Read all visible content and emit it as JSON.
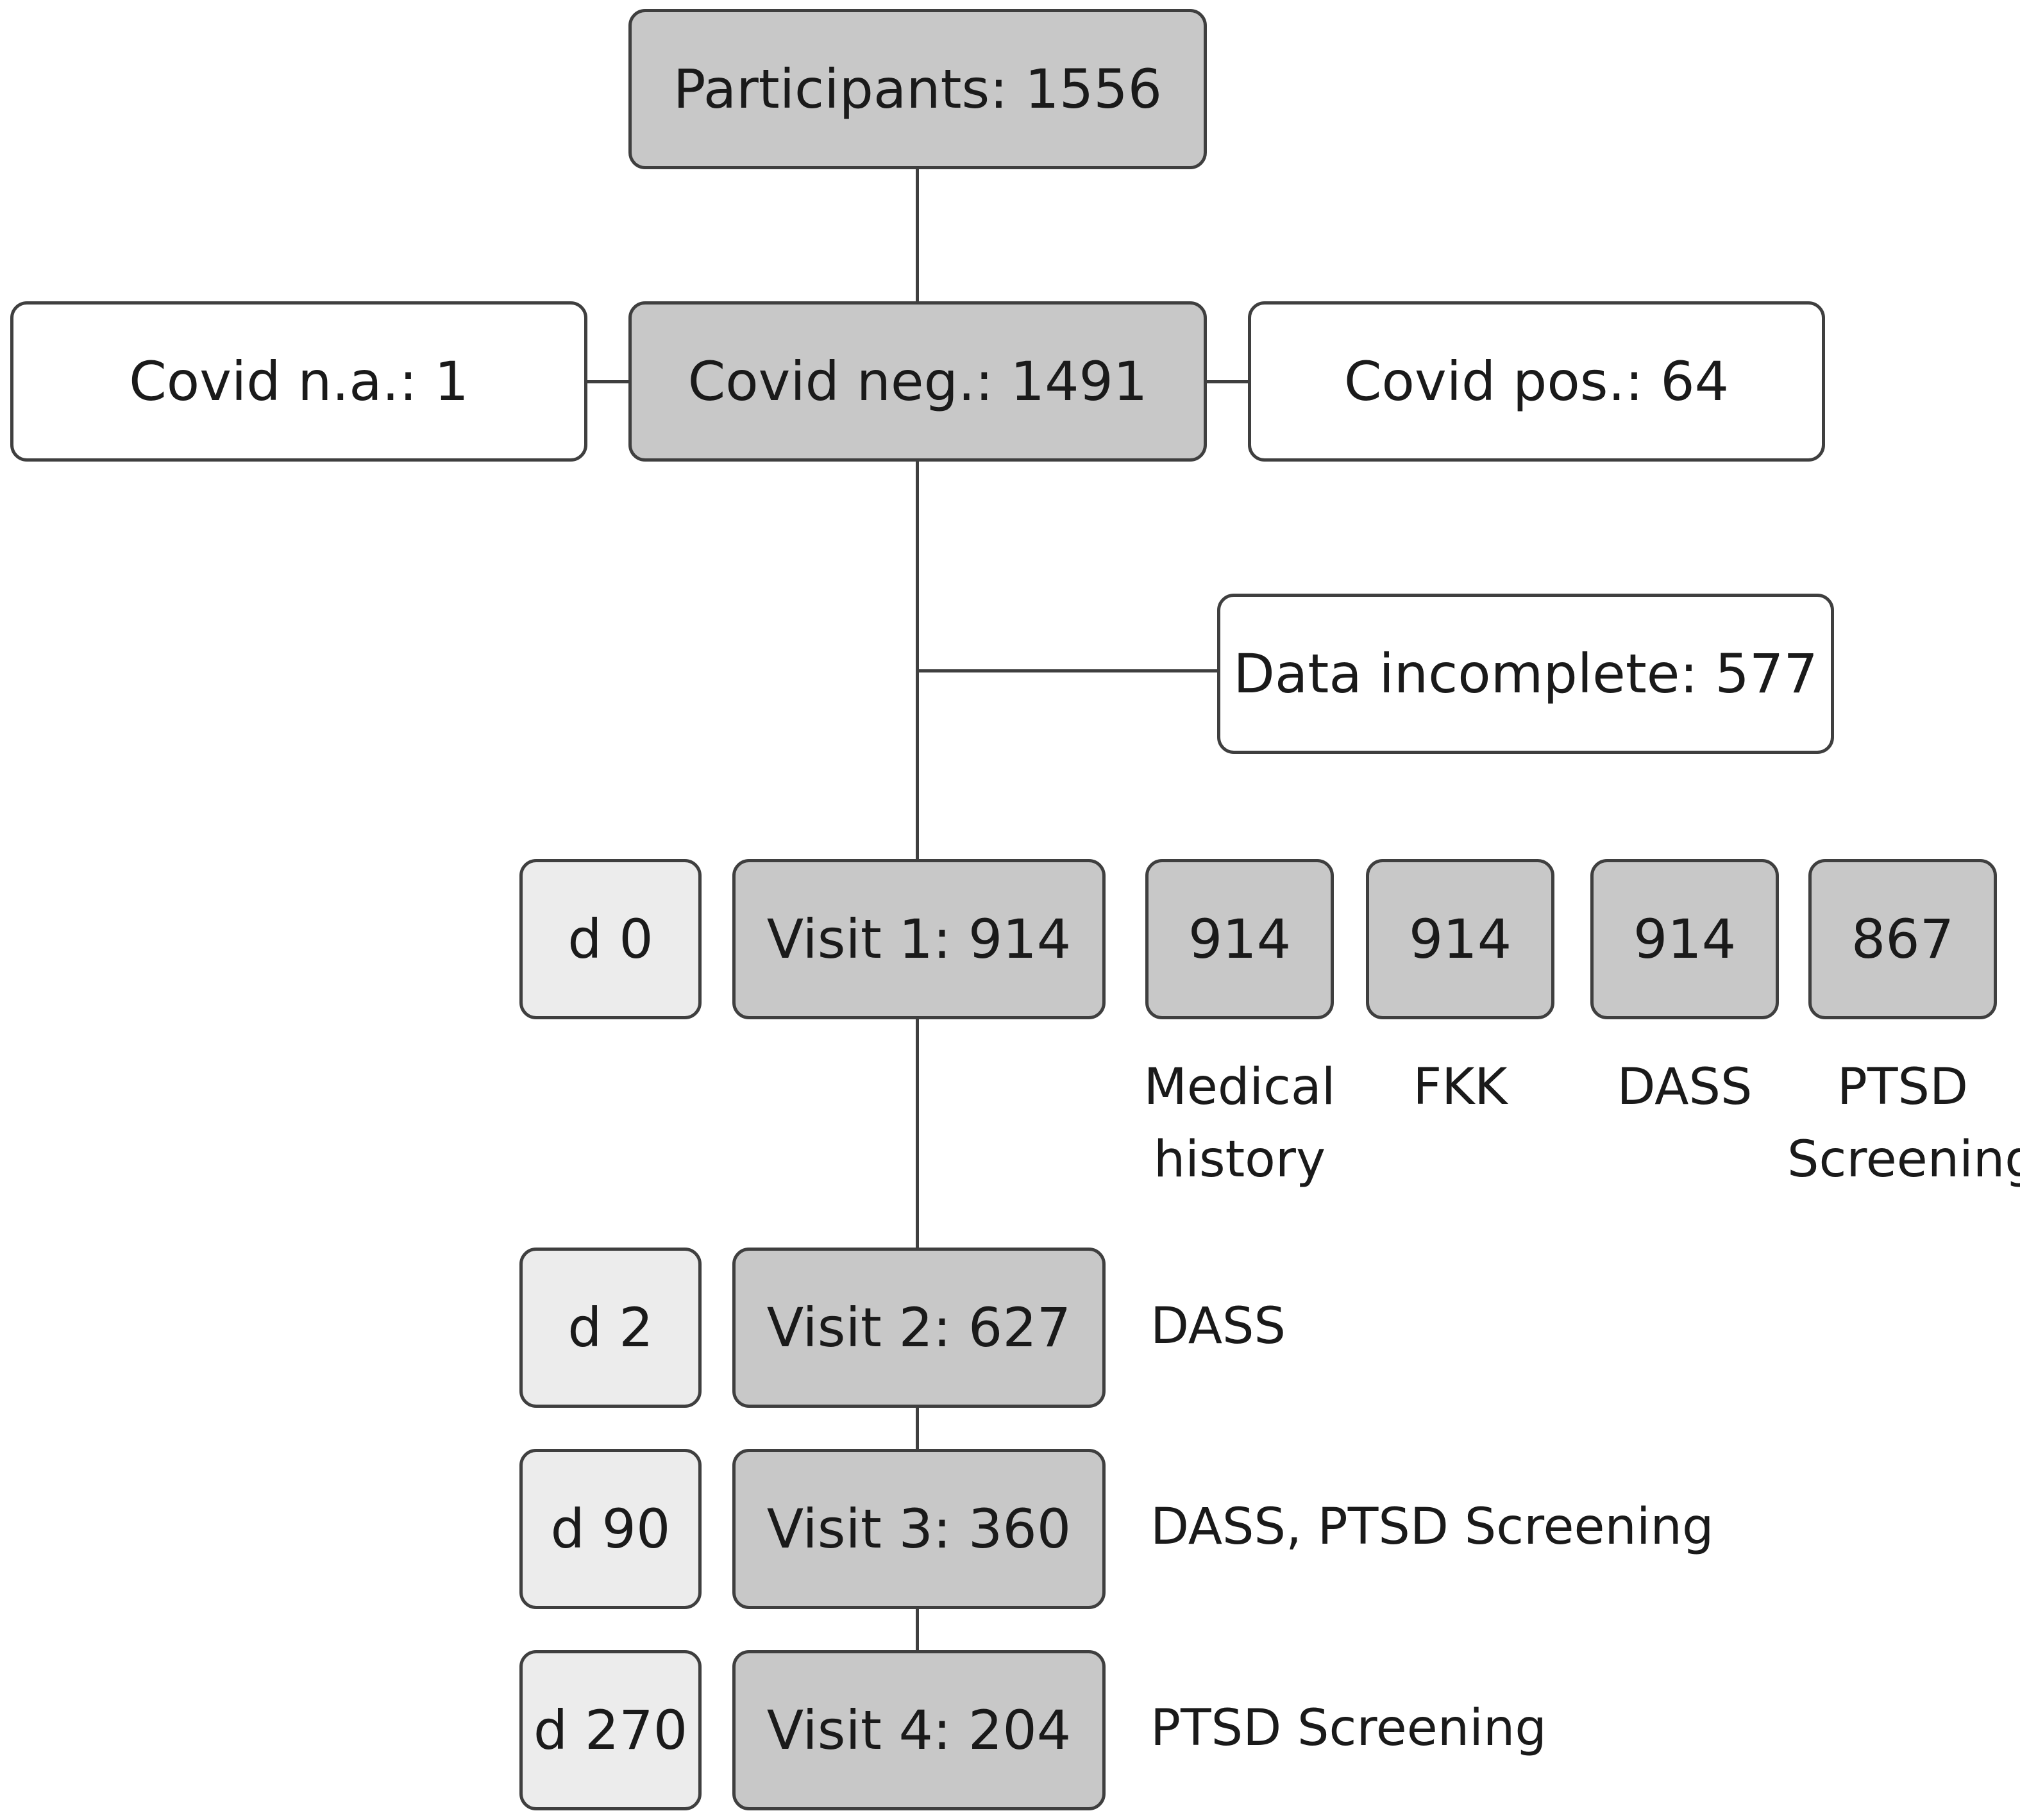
{
  "flowchart": {
    "participants": "Participants: 1556",
    "covid_na": "Covid n.a.: 1",
    "covid_neg": "Covid neg.: 1491",
    "covid_pos": "Covid pos.: 64",
    "data_incomplete": "Data incomplete: 577",
    "timeline": [
      {
        "day": "d 0",
        "visit": "Visit 1: 914"
      },
      {
        "day": "d 2",
        "visit": "Visit 2: 627"
      },
      {
        "day": "d 90",
        "visit": "Visit 3: 360"
      },
      {
        "day": "d 270",
        "visit": "Visit 4: 204"
      }
    ],
    "visit1_measures": [
      {
        "count": "914",
        "label_line1": "Medical",
        "label_line2": "history"
      },
      {
        "count": "914",
        "label_line1": "FKK",
        "label_line2": ""
      },
      {
        "count": "914",
        "label_line1": "DASS",
        "label_line2": ""
      },
      {
        "count": "867",
        "label_line1": "PTSD",
        "label_line2": "Screening"
      }
    ],
    "visit2_measures": "DASS",
    "visit3_measures": "DASS, PTSD Screening",
    "visit4_measures": "PTSD Screening"
  },
  "colors": {
    "dark_box": "#c8c8c8",
    "light_box": "#ececec",
    "white_box": "#ffffff",
    "line": "#3f3f3f"
  }
}
